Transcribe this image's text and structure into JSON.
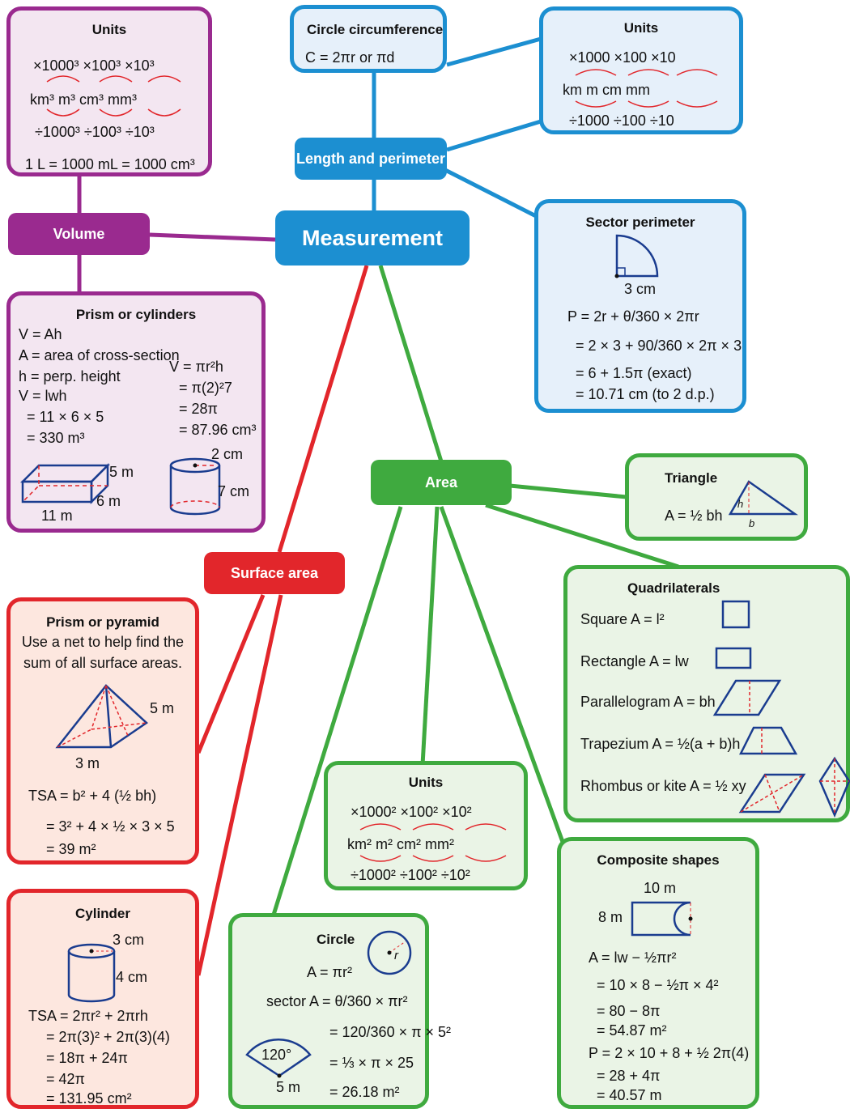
{
  "central": "Measurement",
  "hubs": {
    "volume": "Volume",
    "length": "Length and perimeter",
    "area": "Area",
    "surface": "Surface area"
  },
  "vol_units": {
    "title": "Units",
    "r1": "×1000³  ×100³  ×10³",
    "r2": "km³      m³      cm³     mm³",
    "r3": "÷1000³  ÷100³  ÷10³",
    "r4": "1 L = 1000 mL = 1000 cm³"
  },
  "prism_cyl": {
    "title": "Prism or cylinders",
    "l1": "V = Ah",
    "l2": "A = area of cross-section",
    "l3": "h = perp. height",
    "l4": "V = lwh",
    "l5": "= 11 × 6 × 5",
    "l6": "= 330 m³",
    "r1": "V = πr²h",
    "r2": "= π(2)²7",
    "r3": "= 28π",
    "r4": "= 87.96 cm³",
    "d1": "5 m",
    "d2": "6 m",
    "d3": "11 m",
    "d4": "2 cm",
    "d5": "7 cm"
  },
  "circ": {
    "title": "Circle circumference",
    "formula": "C = 2πr  or  πd"
  },
  "len_units": {
    "title": "Units",
    "r1": "×1000    ×100     ×10",
    "r2": "km         m         cm        mm",
    "r3": "÷1000    ÷100     ÷10"
  },
  "sector_per": {
    "title": "Sector perimeter",
    "r": "3 cm",
    "l1": "P = 2r + θ/360 × 2πr",
    "l2": "= 2 × 3 + 90/360 × 2π × 3",
    "l3": "= 6 + 1.5π (exact)",
    "l4": "= 10.71 cm (to 2 d.p.)"
  },
  "triangle": {
    "title": "Triangle",
    "formula": "A = ½ bh",
    "h": "h",
    "b": "b"
  },
  "quad": {
    "title": "Quadrilaterals",
    "l1": "Square  A = l²",
    "l2": "Rectangle  A = lw",
    "l3": "Parallelogram  A = bh",
    "l4": "Trapezium  A = ½(a + b)h",
    "l5": "Rhombus or kite  A = ½ xy"
  },
  "area_units": {
    "title": "Units",
    "r1": "×1000²  ×100²   ×10²",
    "r2": "km²       m²       cm²      mm²",
    "r3": "÷1000²  ÷100²   ÷10²"
  },
  "composite": {
    "title": "Composite shapes",
    "d1": "10 m",
    "d2": "8 m",
    "l1": "A = lw − ½πr²",
    "l2": "= 10 × 8 − ½π × 4²",
    "l3": "= 80 − 8π",
    "l4": "= 54.87 m²",
    "l5": "P = 2 × 10 + 8 + ½ 2π(4)",
    "l6": "= 28 + 4π",
    "l7": "= 40.57 m"
  },
  "circle": {
    "title": "Circle",
    "r": "r",
    "l1": "A = πr²",
    "l2": "sector A = θ/360 × πr²",
    "l3": "= 120/360 × π × 5²",
    "l4": "= ⅓ × π × 25",
    "l5": "= 26.18 m²",
    "ang": "120°",
    "rad": "5 m"
  },
  "prism_pyr": {
    "title": "Prism or pyramid",
    "d1": "Use a net to help find the",
    "d2": "sum of all surface areas.",
    "s": "5 m",
    "b": "3 m",
    "l1": "TSA = b² + 4 (½ bh)",
    "l2": "= 3² + 4 × ½ × 3 × 5",
    "l3": "= 39 m²"
  },
  "cylinder": {
    "title": "Cylinder",
    "r": "3 cm",
    "h": "4 cm",
    "l1": "TSA = 2πr² + 2πrh",
    "l2": "= 2π(3)² + 2π(3)(4)",
    "l3": "= 18π + 24π",
    "l4": "= 42π",
    "l5": "= 131.95 cm²"
  }
}
